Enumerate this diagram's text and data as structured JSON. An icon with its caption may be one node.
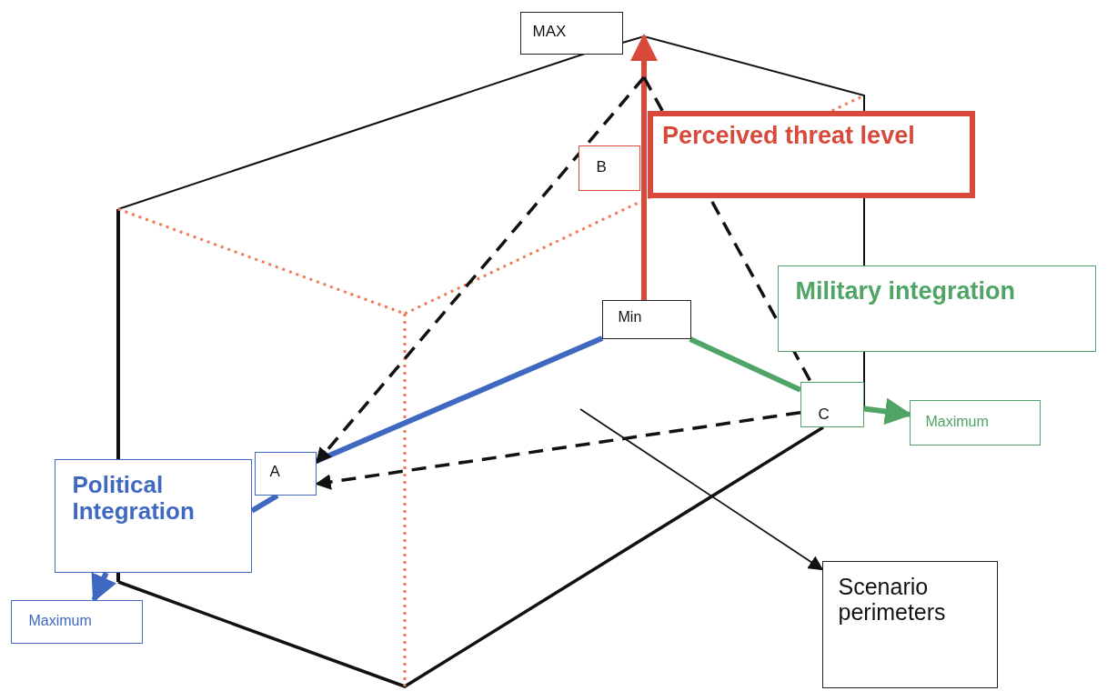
{
  "diagram": {
    "nodes": [
      {
        "text": [
          "MAX"
        ]
      },
      {
        "text": [
          "Perceived threat level"
        ]
      },
      {
        "text": [
          "B"
        ]
      },
      {
        "text": [
          "Military integration"
        ]
      },
      {
        "text": [
          "Min"
        ]
      },
      {
        "text": [
          "C"
        ]
      },
      {
        "text": [
          "Maximum"
        ]
      },
      {
        "text": [
          "A"
        ]
      },
      {
        "text": [
          "Political Integration"
        ]
      },
      {
        "text": [
          "Maximum"
        ]
      },
      {
        "text": [
          "Scenario perimeters"
        ]
      }
    ],
    "edges": [
      {
        "from": 4,
        "to": 0,
        "arrow": "to",
        "color": "#d8493c"
      },
      {
        "from": 4,
        "to": 5,
        "arrow": "none",
        "color": "#4fa466"
      },
      {
        "from": 5,
        "to": 6,
        "arrow": "to",
        "color": "#4fa466"
      },
      {
        "from": 4,
        "to": 7,
        "arrow": "none",
        "color": "#3f68c0"
      },
      {
        "from": 7,
        "to": 8,
        "arrow": "none",
        "color": "#3f68c0"
      },
      {
        "from": 8,
        "to": 9,
        "arrow": "to",
        "color": "#3f68c0"
      },
      {
        "from": null,
        "to": 7,
        "arrow": "to",
        "style": "dashed"
      },
      {
        "from": null,
        "to": 5,
        "arrow": "none",
        "style": "dashed"
      },
      {
        "from": 5,
        "to": 7,
        "arrow": "to",
        "style": "dashed"
      },
      {
        "from": null,
        "to": 10,
        "arrow": "to"
      }
    ]
  }
}
